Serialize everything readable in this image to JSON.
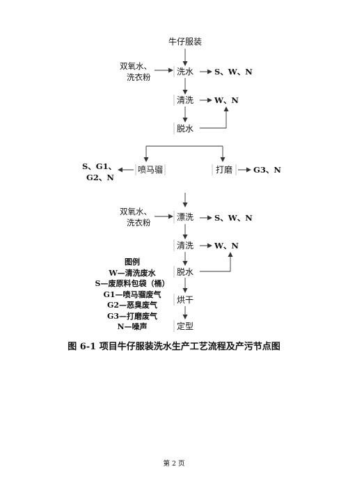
{
  "nodes": {
    "start": "牛仔服装",
    "wash1": "洗水",
    "rinse1": "清洗",
    "spin1": "脱水",
    "spray": "喷马骝",
    "grind": "打磨",
    "bleach": "漂洗",
    "rinse2": "清洗",
    "spin2": "脱水",
    "dry": "烘干",
    "shape": "定型"
  },
  "inputs": {
    "in1_line1": "双氧水、",
    "in1_line2": "洗衣粉",
    "in2_line1": "双氧水、",
    "in2_line2": "洗衣粉"
  },
  "outputs": {
    "wash1": "S、W、N",
    "rinse1": "W、N",
    "spray_line1": "S、G1、",
    "spray_line2": "G2、N",
    "grind": "G3、N",
    "bleach": "S、W、N",
    "rinse2": "W、N"
  },
  "legend": {
    "title": "图例",
    "items": [
      "W—清洗废水",
      "S—废原料包袋（桶）",
      "G1—喷马骝废气",
      "G2—恶臭废气",
      "G3—打磨废气",
      "N—噪声"
    ]
  },
  "caption": "图 6-1  项目牛仔服装洗水生产工艺流程及产污节点图",
  "page_number": "第 2 页"
}
